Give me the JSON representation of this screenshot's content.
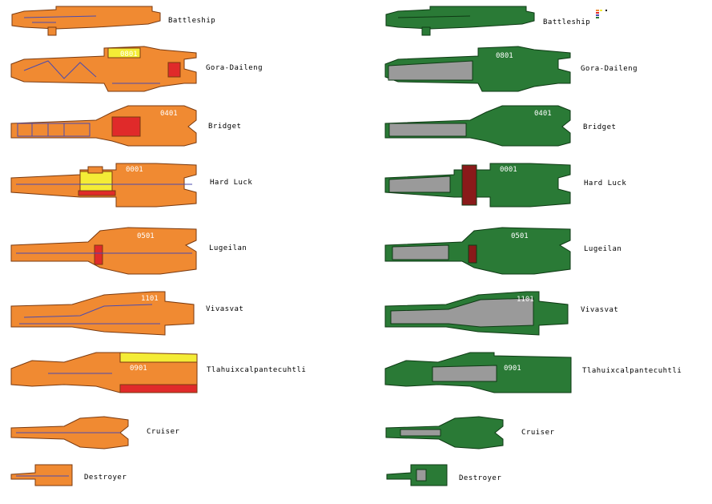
{
  "colors": {
    "orange": "#f08a32",
    "orange_line": "#7a3a10",
    "blue_line": "#4b4bb0",
    "yellow": "#f4ec36",
    "red": "#e02a2a",
    "green": "#2a7a36",
    "green_line": "#0e3a14",
    "grey": "#9a9a9a",
    "dark_red": "#8a1a1a"
  },
  "ships": [
    {
      "name": "Battleship",
      "number": ""
    },
    {
      "name": "Gora-Daileng",
      "number": "0801"
    },
    {
      "name": "Bridget",
      "number": "0401"
    },
    {
      "name": "Hard Luck",
      "number": "0001"
    },
    {
      "name": "Lugeilan",
      "number": "0501"
    },
    {
      "name": "Vivasvat",
      "number": "1101"
    },
    {
      "name": "Tlahuixcalpantecuhtli",
      "number": "0901"
    },
    {
      "name": "Cruiser",
      "number": ""
    },
    {
      "name": "Destroyer",
      "number": ""
    }
  ]
}
